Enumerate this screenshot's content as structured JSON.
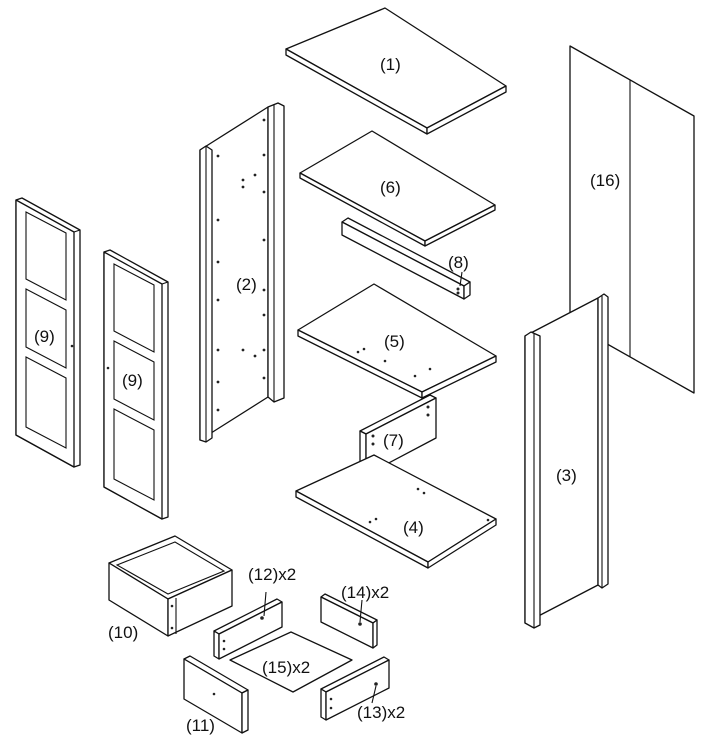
{
  "title": "",
  "parts": [
    {
      "id": "top-panel",
      "label": "(1)"
    },
    {
      "id": "left-side-panel",
      "label": "(2)"
    },
    {
      "id": "right-side-panel",
      "label": "(3)"
    },
    {
      "id": "bottom-shelf",
      "label": "(4)"
    },
    {
      "id": "middle-shelf",
      "label": "(5)"
    },
    {
      "id": "upper-shelf",
      "label": "(6)"
    },
    {
      "id": "plinth-front",
      "label": "(7)"
    },
    {
      "id": "rail",
      "label": "(8)"
    },
    {
      "id": "door-left",
      "label": "(9)"
    },
    {
      "id": "door-right",
      "label": "(9)"
    },
    {
      "id": "drawer-assembled",
      "label": "(10)"
    },
    {
      "id": "drawer-front",
      "label": "(11)"
    },
    {
      "id": "drawer-side-left",
      "label": "(12)x2"
    },
    {
      "id": "drawer-side-right",
      "label": "(13)x2"
    },
    {
      "id": "drawer-back",
      "label": "(14)x2"
    },
    {
      "id": "drawer-bottom",
      "label": "(15)x2"
    },
    {
      "id": "back-panel",
      "label": "(16)"
    }
  ]
}
